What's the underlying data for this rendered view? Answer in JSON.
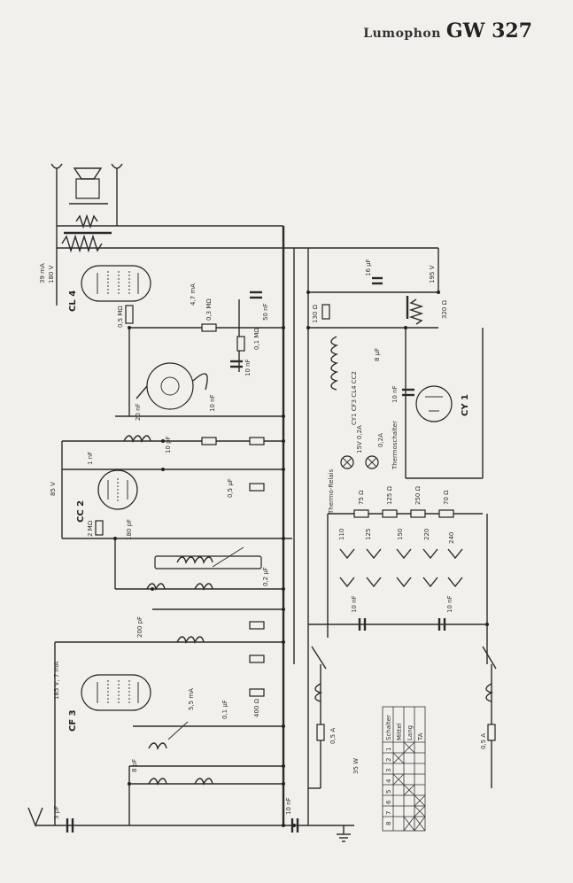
{
  "header": {
    "brand": "Lumophon",
    "model": "GW 327"
  },
  "tubes": {
    "output": "CL 4",
    "detector": "CC 2",
    "mixer": "CF 3",
    "rectifier": "CY 1"
  },
  "voltages": {
    "output_top_a": "39 mA",
    "output_top_b": "180 V",
    "output_cathode": "4,7 mA",
    "hv": "195 V",
    "detector": "85 V",
    "mixer": "185 V, 7 mA",
    "mixer_cathode": "5,5 mA"
  },
  "components": {
    "c_16uf": "16 µF",
    "r_320": "320 Ω",
    "r_130": "130 Ω",
    "c_8uf": "8 µF",
    "coils": "CY1 CF3 CL4 CC2",
    "c_10nf_rect": "10 nF",
    "r_05m": "0,5 MΩ",
    "r_03m": "0,3 MΩ",
    "c_50nf": "50 nF",
    "r_01m": "0,1 MΩ",
    "c_10nf_a": "10 nF",
    "c_10nf_b": "10 nF",
    "c_20nf": "20 nF",
    "c_1nf": "1 nF",
    "c_10pf": "10 pF",
    "c_180pf": "180 pF",
    "r_2m": "2 MΩ",
    "c_200pf": "200 pF",
    "c_01uf": "0,1 µF",
    "c_05uf": "0,5 µF",
    "c_02uf": "0,2 µF",
    "r_400": "400 Ω",
    "c_8pf": "8 pF",
    "c_3pf": "3 pF",
    "c_10nf_in": "10 nF",
    "c_10nf_filter_a": "10 nF",
    "c_10nf_filter_b": "10 nF",
    "therm_relais": "Thermo-Relais",
    "thermoschalter": "Thermoschalter",
    "r_75": "75 Ω",
    "r_125": "125 Ω",
    "r_250": "250 Ω",
    "r_70": "70 Ω",
    "tap_110": "110",
    "tap_125": "125",
    "tap_150": "150",
    "tap_220": "220",
    "tap_240": "240",
    "fuse_a": "0,5 A",
    "fuse_b": "0,5 A",
    "power": "35 W",
    "lamp_a": "15V 0,2A",
    "lamp_b": "0,2A"
  },
  "switch_table": {
    "columns": [
      "Schalter",
      "1",
      "2",
      "3",
      "4",
      "5",
      "6",
      "7",
      "8"
    ],
    "rows": [
      "Mittel",
      "Lang",
      "TA"
    ]
  }
}
